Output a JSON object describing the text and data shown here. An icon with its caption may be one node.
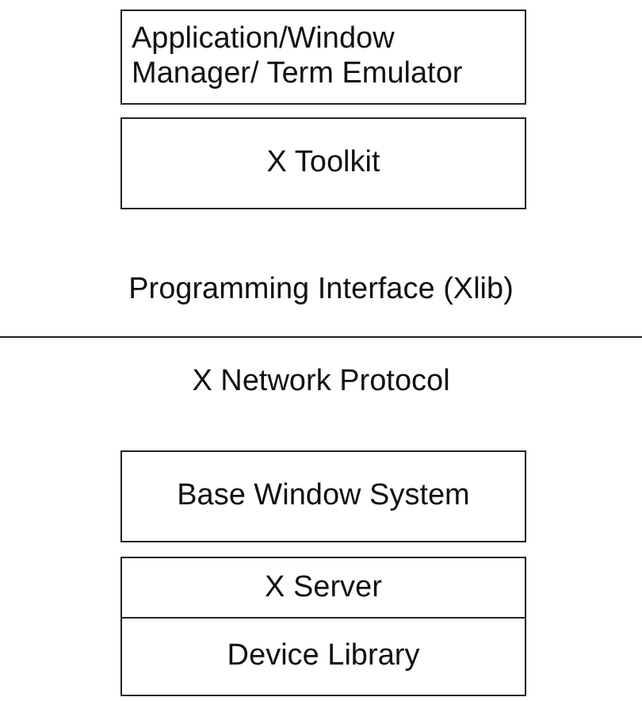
{
  "diagram": {
    "nodes": [
      {
        "text": [
          "Application/Window Manager/ Term Emulator"
        ]
      },
      {
        "text": [
          "X Toolkit"
        ]
      },
      {
        "text": [
          "Base Window System"
        ]
      },
      {
        "text": [
          "X Server"
        ]
      },
      {
        "text": [
          "Device Library"
        ]
      }
    ],
    "labels": [
      "Programming Interface (Xlib)",
      "X Network Protocol"
    ]
  }
}
